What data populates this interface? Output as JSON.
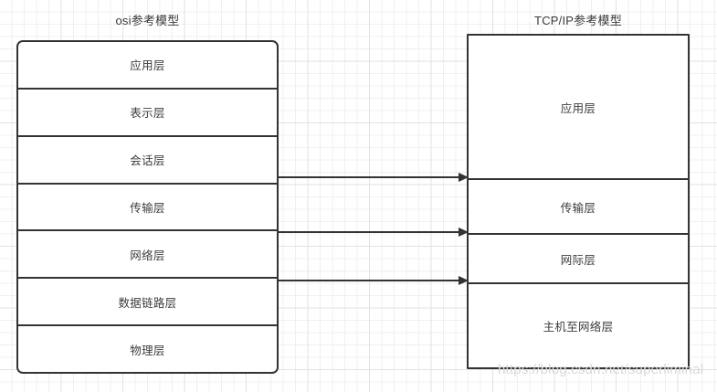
{
  "diagram": {
    "left_column": {
      "title": "osi参考模型",
      "layers": [
        {
          "label": "应用层"
        },
        {
          "label": "表示层"
        },
        {
          "label": "会话层"
        },
        {
          "label": "传输层"
        },
        {
          "label": "网络层"
        },
        {
          "label": "数据链路层"
        },
        {
          "label": "物理层"
        }
      ]
    },
    "right_column": {
      "title": "TCP/IP参考模型",
      "layers": [
        {
          "label": "应用层"
        },
        {
          "label": "传输层"
        },
        {
          "label": "网际层"
        },
        {
          "label": "主机至网络层"
        }
      ]
    },
    "connectors": [
      {
        "name": "session-to-application",
        "from": "会话层",
        "to": "应用层"
      },
      {
        "name": "transport-to-transport",
        "from": "传输层",
        "to": "传输层"
      },
      {
        "name": "network-to-internet",
        "from": "网络层",
        "to": "网际层"
      }
    ],
    "watermark": "https://blog.csdn.net/superliminal",
    "colors": {
      "box_border": "#333333",
      "box_fill": "#ffffff",
      "text": "#3c3c3c",
      "grid_minor": "#f0f0f0",
      "grid_major": "#e2e2e2",
      "watermark": "#d8d8dc"
    }
  }
}
